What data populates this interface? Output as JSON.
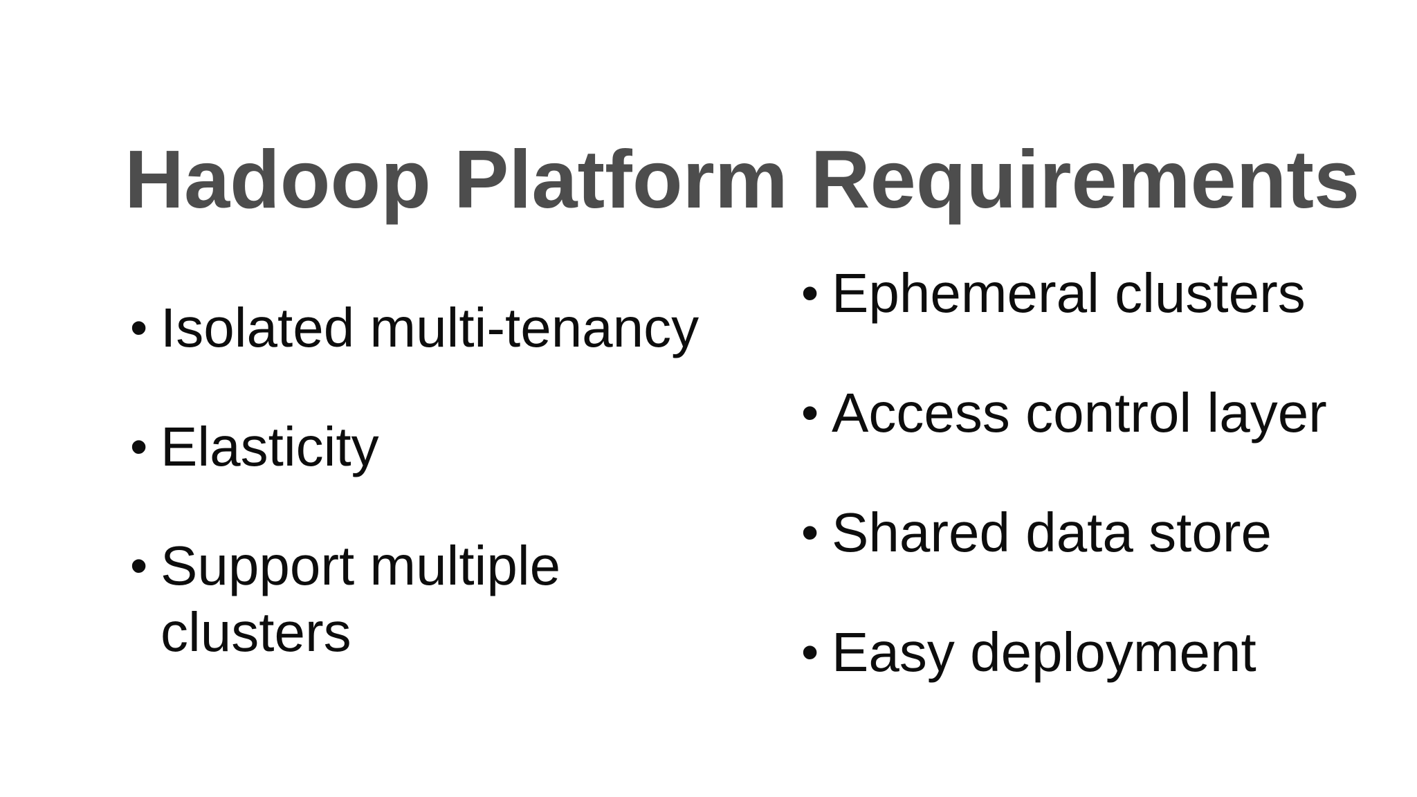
{
  "slide": {
    "title": "Hadoop Platform Requirements",
    "bullet_glyph": "•",
    "columns": {
      "left": [
        "Isolated multi-tenancy",
        "Elasticity",
        "Support multiple clusters"
      ],
      "right": [
        "Ephemeral clusters",
        "Access control layer",
        "Shared data store",
        "Easy deployment"
      ]
    },
    "colors": {
      "background": "#ffffff",
      "title_text": "#4d4d4d",
      "body_text": "#0d0d0d"
    }
  }
}
